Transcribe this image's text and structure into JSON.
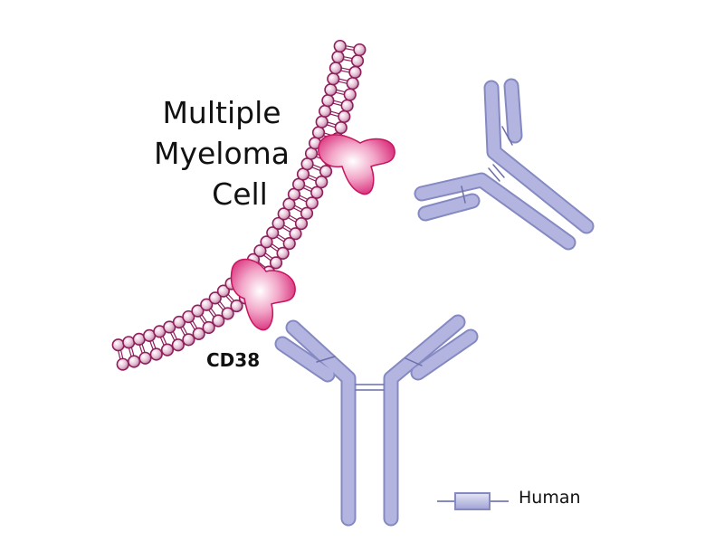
{
  "cell_label": {
    "line1": "Multiple",
    "line2": "Myeloma",
    "line3": "Cell"
  },
  "receptor_label": "CD38",
  "legend": {
    "label": "Human"
  },
  "colors": {
    "membrane": "#8e1f5a",
    "bead": "#e9c6d9",
    "cd38": "#d81b6a",
    "antibody": "#a6a9d8",
    "antibody_outline": "#8589c2"
  }
}
